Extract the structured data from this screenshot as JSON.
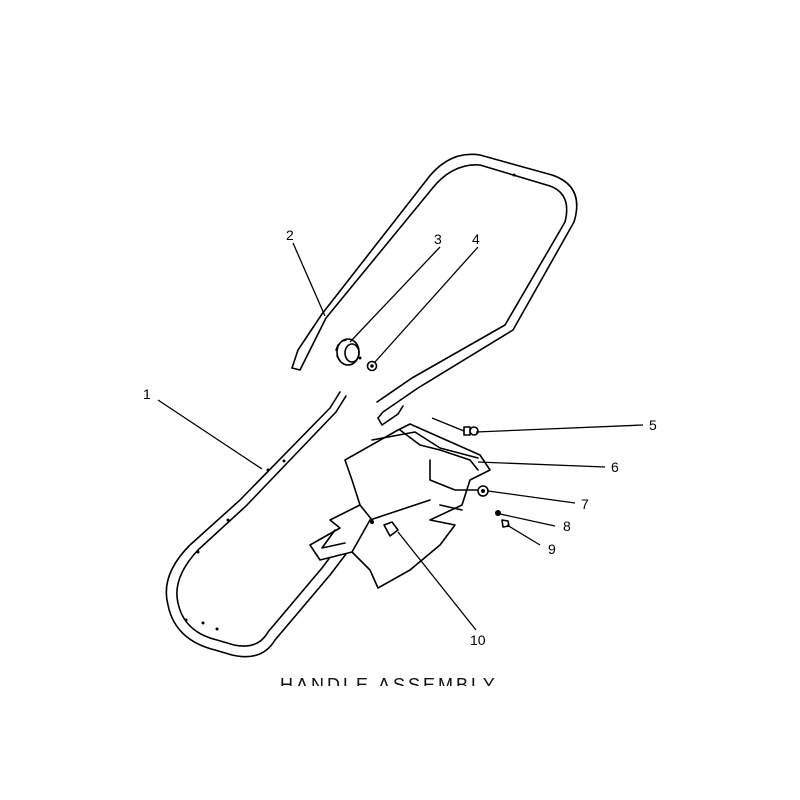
{
  "callouts": [
    "1",
    "2",
    "3",
    "4",
    "5",
    "6",
    "7",
    "8",
    "9",
    "10"
  ],
  "caption": "HANDLE ASSEMBLY"
}
